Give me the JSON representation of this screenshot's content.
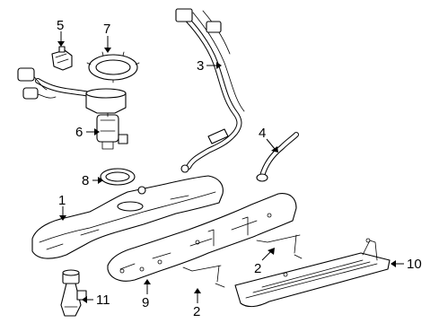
{
  "callouts": [
    {
      "id": "c1",
      "label": "1"
    },
    {
      "id": "c2a",
      "label": "2"
    },
    {
      "id": "c2b",
      "label": "2"
    },
    {
      "id": "c3",
      "label": "3"
    },
    {
      "id": "c4",
      "label": "4"
    },
    {
      "id": "c5",
      "label": "5"
    },
    {
      "id": "c6",
      "label": "6"
    },
    {
      "id": "c7",
      "label": "7"
    },
    {
      "id": "c8",
      "label": "8"
    },
    {
      "id": "c9",
      "label": "9"
    },
    {
      "id": "c10",
      "label": "10"
    },
    {
      "id": "c11",
      "label": "11"
    }
  ]
}
